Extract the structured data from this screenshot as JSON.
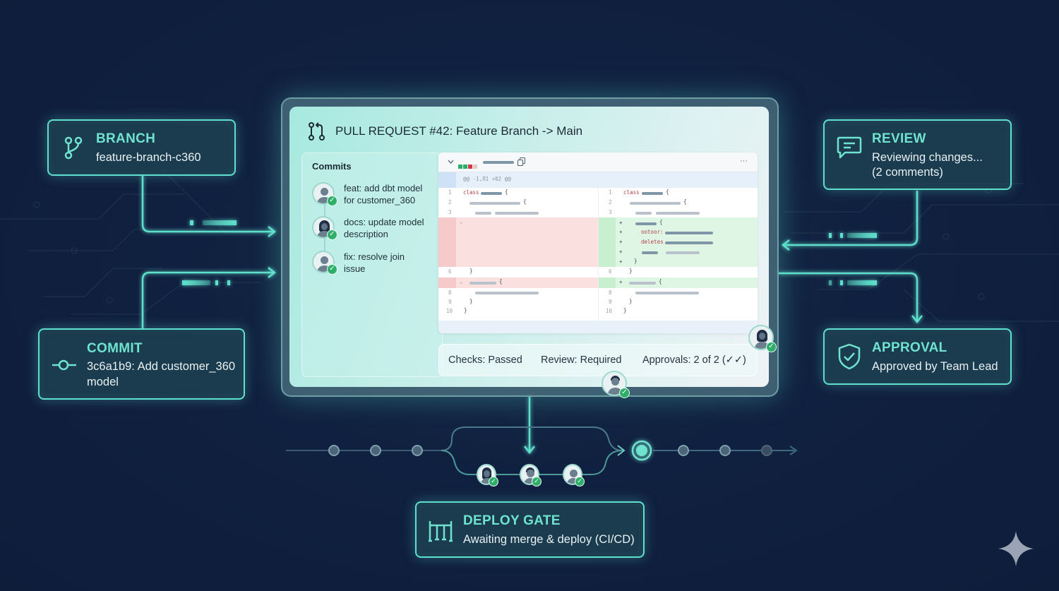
{
  "pull_request": {
    "title": "PULL REQUEST #42: Feature Branch -> Main",
    "icon": "git-pull-request-icon",
    "commits": {
      "heading": "Commits",
      "items": [
        {
          "line1": "feat: add dbt model",
          "line2": "for customer_360",
          "avatar": "person-icon",
          "status": "check-icon"
        },
        {
          "line1": "docs: update model",
          "line2": "description",
          "avatar": "person-female-icon",
          "status": "check-icon"
        },
        {
          "line1": "fix: resolve join",
          "line2": "issue",
          "avatar": "person-icon",
          "status": "check-icon"
        }
      ]
    },
    "diff": {
      "toolbar": {
        "collapse_icon": "chevron-down-icon",
        "copy_icon": "copy-icon",
        "more_icon": "ellipsis-icon",
        "more_label": "···"
      },
      "hunk_header": "@@ -1,Л1 +02 @@",
      "keyword_class": "class",
      "added_keys": [
        "ootoor:",
        "deletes"
      ],
      "line_numbers": {
        "top": [
          "1",
          "2",
          "3"
        ],
        "mid": "6",
        "bottom": [
          "8",
          "9",
          "10"
        ]
      },
      "minus": "-",
      "plus": "+",
      "brace_open": "{",
      "brace_close": "}"
    },
    "status_bar": {
      "checks_label": "Checks:",
      "checks_value": "Passed",
      "review_label": "Review: Required",
      "approvals_label": "Approvals:",
      "approvals_value": "2 of 2 (✓✓)"
    }
  },
  "cards": {
    "branch": {
      "title": "BRANCH",
      "desc": "feature-branch-c360",
      "icon": "git-branch-icon"
    },
    "commit": {
      "title": "COMMIT",
      "desc1": "3c6a1b9: Add customer_360",
      "desc2": "model",
      "icon": "git-commit-icon"
    },
    "review": {
      "title": "REVIEW",
      "desc1": "Reviewing changes...",
      "desc2": "(2 comments)",
      "icon": "comment-icon"
    },
    "approval": {
      "title": "APPROVAL",
      "desc": "Approved by Team Lead",
      "icon": "shield-check-icon"
    },
    "deploy": {
      "title": "DEPLOY GATE",
      "desc": "Awaiting merge & deploy (CI/CD)",
      "icon": "gate-icon"
    }
  },
  "pipeline": {
    "nodes_before": 3,
    "reviewers": 3,
    "nodes_after": 4
  },
  "colors": {
    "accent": "#5fe0cc",
    "background": "#0f1e3c",
    "success": "#2fae6a",
    "deleted": "#fbe0e0",
    "added": "#e0f6e4"
  }
}
